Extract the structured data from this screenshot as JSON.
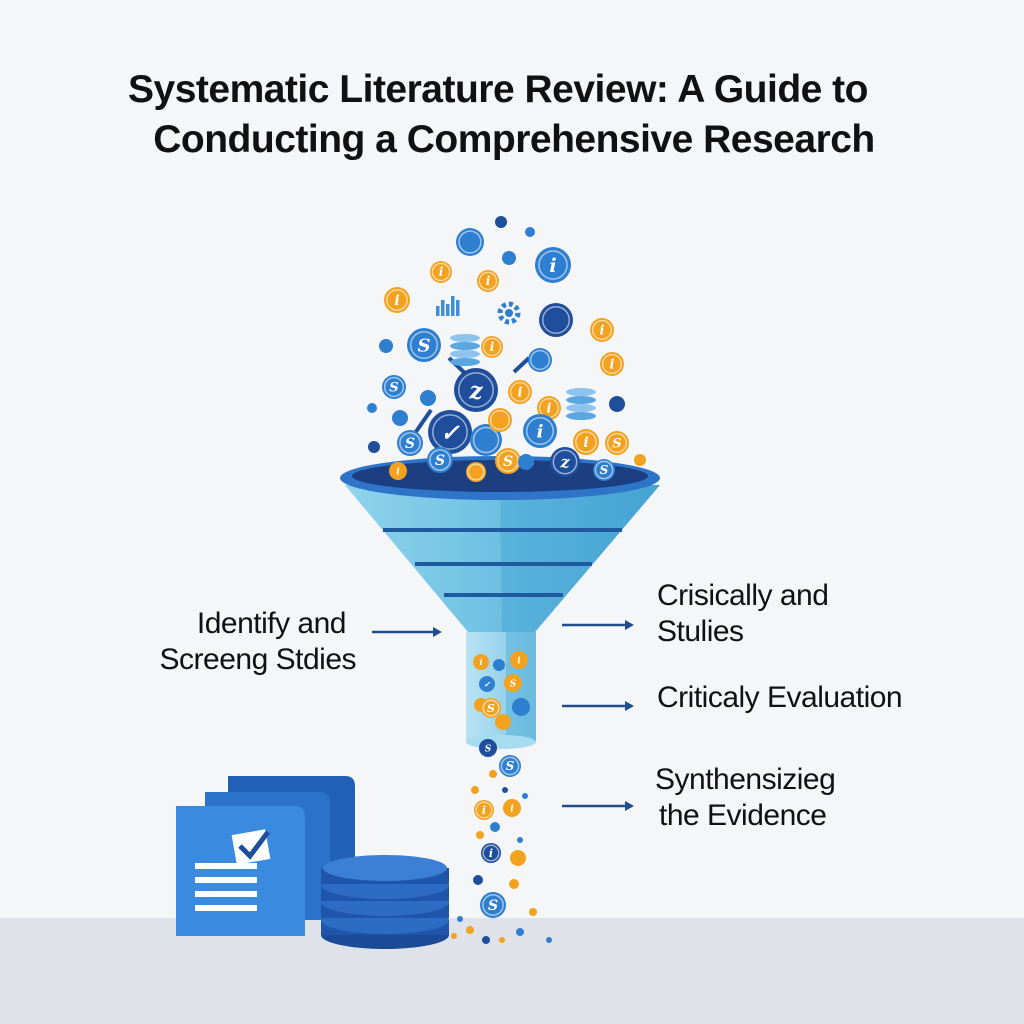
{
  "title": {
    "line1": "Systematic Literature Review: A Guide to",
    "line2": "Conducting a Comprehensive Research"
  },
  "stages": {
    "left": {
      "line1": "Identify and",
      "line2": "Screeng Stdies"
    },
    "right1": {
      "line1": "Crisically and",
      "line2": "Stulies"
    },
    "right2": {
      "line1": "Criticaly Evaluation"
    },
    "right3": {
      "line1": "Synthensizieg",
      "line2": "the Evidence"
    }
  },
  "colors": {
    "dark_blue": "#1f4e9c",
    "mid_blue": "#2f7fd1",
    "light_blue": "#7fc8e8",
    "funnel": "#5db4da",
    "orange": "#f2a21f",
    "arrow": "#1e4f8c"
  },
  "icons": [
    "info-icon",
    "dollar-icon",
    "bar-chart-icon",
    "gear-icon",
    "database-icon",
    "document-icon",
    "checkmark-icon"
  ]
}
